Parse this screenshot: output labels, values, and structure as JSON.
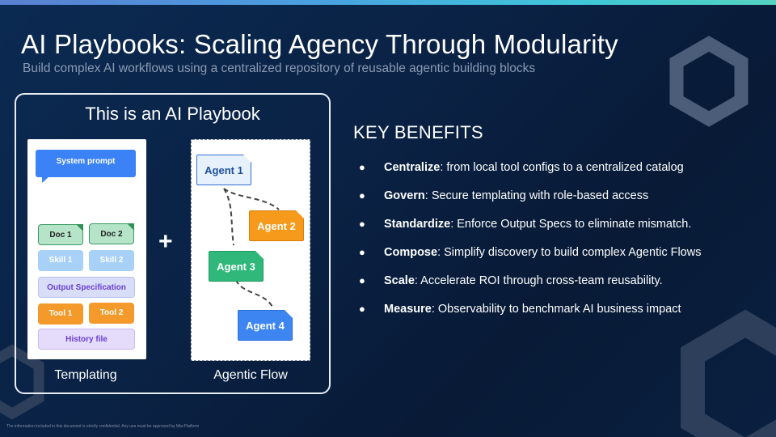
{
  "title": "AI Playbooks: Scaling Agency Through Modularity",
  "subtitle": "Build complex AI workflows using a centralized repository of reusable agentic building blocks",
  "playbook": {
    "heading": "This is an AI Playbook",
    "plus": "+",
    "templating": {
      "caption": "Templating",
      "system_prompt": "System prompt",
      "doc1": "Doc 1",
      "doc2": "Doc 2",
      "skill1": "Skill 1",
      "skill2": "Skill 2",
      "output_spec": "Output Specification",
      "tool1": "Tool 1",
      "tool2": "Tool 2",
      "history": "History  file"
    },
    "agentic_flow": {
      "caption": "Agentic Flow",
      "agents": [
        "Agent 1",
        "Agent 2",
        "Agent 3",
        "Agent 4"
      ]
    }
  },
  "benefits": {
    "heading": "KEY BENEFITS",
    "bullet": "●",
    "items": [
      {
        "bold": "Centralize",
        "text": ": from local tool configs to a centralized catalog"
      },
      {
        "bold": "Govern",
        "text": ": Secure templating  with role-based access"
      },
      {
        "bold": "Standardize",
        "text": ": Enforce Output Specs to eliminate mismatch."
      },
      {
        "bold": "Compose",
        "text": ": Simplify discovery to build complex  Agentic Flows"
      },
      {
        "bold": "Scale",
        "text": ": Accelerate ROI through cross-team reusability."
      },
      {
        "bold": "Measure",
        "text": ": Observability to benchmark AI business impact"
      }
    ]
  },
  "footer": "The information included in this document is strictly confidential. Any use must be approved by Mia-Platform",
  "colors": {
    "background": "#0a2143",
    "accent_blue": "#3b82f6",
    "accent_orange": "#f59a1a",
    "accent_green": "#2fb87a"
  }
}
